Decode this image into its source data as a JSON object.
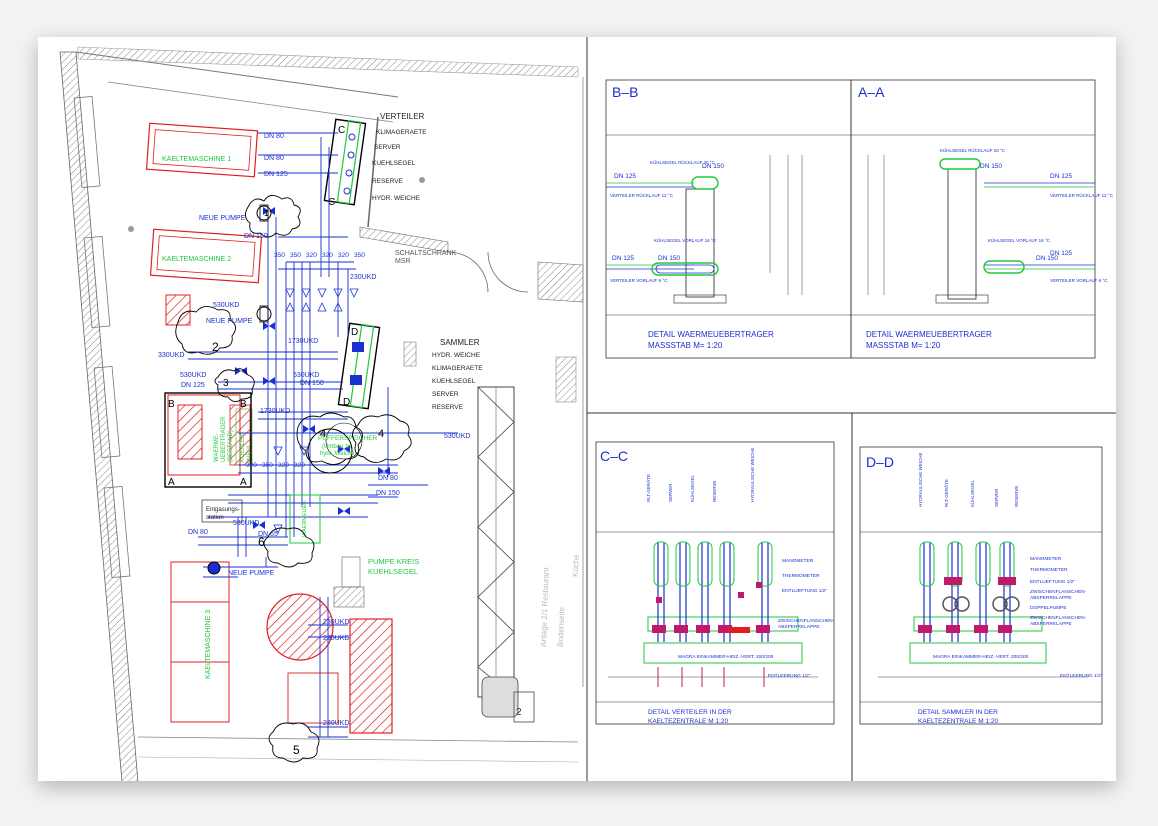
{
  "plan": {
    "verteiler": {
      "title": "VERTEILER",
      "items": [
        "KLIMAGERAETE",
        "SERVER",
        "KUEHLSEGEL",
        "RESERVE",
        "HYDR. WEICHE"
      ]
    },
    "sammler": {
      "title": "SAMMLER",
      "items": [
        "HYDR. WEICHE",
        "KLIMAGERAETE",
        "KUEHLSEGEL",
        "SERVER",
        "RESERVE"
      ]
    },
    "machines": [
      "KAELTEMASCHINE 1",
      "KAELTEMASCHINE 2",
      "KAELTEMASCHINE 3"
    ],
    "pipe_sizes": [
      "DN 80",
      "DN 80",
      "DN 125",
      "DN 150",
      "DN 150",
      "DN 125",
      "DN 80",
      "DN 150",
      "DN 80",
      "DN 65",
      "230UKD",
      "530UKD",
      "330UKD",
      "1730UKD",
      "530UKD",
      "1730UKD",
      "530UKD",
      "530UKD",
      "530UKD",
      "230UKD",
      "230UKD",
      "230UKD"
    ],
    "pipe_header": [
      "350",
      "350",
      "320",
      "320",
      "320",
      "350"
    ],
    "pipe_header_lower": [
      "320",
      "350",
      "320",
      "320"
    ],
    "labels": {
      "neue_pumpe_1": "NEUE PUMPE",
      "neue_pumpe_2": "NEUE PUMPE",
      "neue_pumpe_3": "NEUE PUMPE",
      "pufferspeicher": "PUFFERSPEICHER",
      "pufferspeicher_sub": "(Umbau zu",
      "pufferspeicher_sub2": "hydr. Weiche)",
      "pumpe_kreis": "PUMPE KREIS",
      "kuehlsegel": "KUEHLSEGEL",
      "schaltschrank": "SCHALTSCHRANK",
      "msr": "MSR",
      "entgasung": "Entgasungs-",
      "station": "station",
      "waerme": "WAERME-",
      "uebertrager": "UEBERTRAGER",
      "bestand": "(BESTAND)",
      "kuehler": "KUEHLER",
      "neu": "(NEU)"
    },
    "clouds": [
      "1",
      "2",
      "3",
      "4",
      "4",
      "5",
      "6"
    ],
    "section_markers": {
      "c1": "C",
      "c2": "C",
      "d1": "D",
      "d2": "D",
      "b1": "B",
      "b2": "B",
      "a1": "A",
      "a2": "A"
    }
  },
  "details": [
    {
      "title": "B–B",
      "caption_line1": "DETAIL WAERMEUEBERTRAGER",
      "caption_line2": "MASSSTAB M= 1:20",
      "labels": [
        "DN 150",
        "DN 125",
        "DN 125",
        "DN 150",
        "KÜHLSEGEL RÜCKLAUF 20 °C",
        "VERTEILER RÜCKLAUF 12 °C",
        "KÜHLSEGEL VORLAUF 16 °C",
        "VERTEILER VORLAUF 6 °C"
      ]
    },
    {
      "title": "A–A",
      "caption_line1": "DETAIL WAERMEUEBERTRAGER",
      "caption_line2": "MASSSTAB M= 1:20",
      "labels": [
        "DN 150",
        "DN 125",
        "DN 150",
        "DN 125",
        "KÜHLSEGEL RÜCKLAUF 20 °C",
        "VERTEILER RÜCKLAUF 12 °C",
        "KÜHLSEGEL VORLAUF 16 °C",
        "VERTEILER VORLAUF 6 °C"
      ]
    },
    {
      "title": "C–C",
      "caption_line1": "DETAIL VERTEILER IN DER",
      "caption_line2": "KAELTEZENTRALE M 1:20",
      "legend": [
        "MANOMETER",
        "THERMOMETER",
        "ENTLUEFTUNG 1/2\"",
        "ZWISCHENFLANSCHEN-",
        "ABSPERRKLAPPE",
        "ENTLEERUNG 1/2\""
      ],
      "bottom_note": "MAGRA EINKAMMER-HEIZ.-VERT. 200/200"
    },
    {
      "title": "D–D",
      "caption_line1": "DETAIL SAMMLER IN DER",
      "caption_line2": "KAELTEZENTRALE M 1:20",
      "legend": [
        "MANOMETER",
        "THERMOMETER",
        "ENTLUEFTUNG 1/2\"",
        "ZWISCHENFLANSCHEN-",
        "ABSPERRKLAPPE",
        "DOPPELPUMPE",
        "ZWISCHENFLANSCHEN-",
        "ABSPERRKLAPPE",
        "ENTLEERUNG 1/2\""
      ],
      "bottom_note": "MAGRA EINKAMMER-HEIZ.-VERT. 200/200"
    }
  ],
  "colors": {
    "pipe": "#1a2fd0",
    "equipment": "#1ec93a",
    "hatch": "#e02020",
    "wall": "#555555",
    "valve": "#c0186a"
  }
}
